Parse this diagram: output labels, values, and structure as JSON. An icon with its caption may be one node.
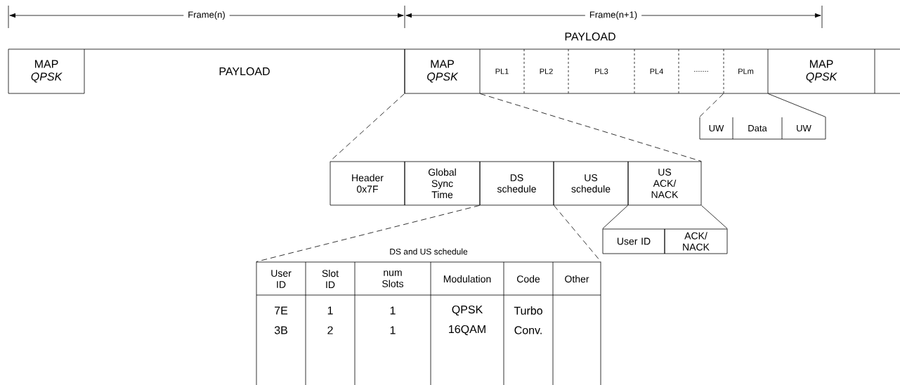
{
  "diagram": {
    "nodes": [
      {
        "text": [
          "MAP",
          "QPSK"
        ]
      },
      {
        "text": [
          "PAYLOAD"
        ]
      },
      {
        "text": [
          "MAP",
          "QPSK"
        ]
      },
      {
        "text": [
          "PL1"
        ]
      },
      {
        "text": [
          "PL2"
        ]
      },
      {
        "text": [
          "PL3"
        ]
      },
      {
        "text": [
          "PL4"
        ]
      },
      {
        "text": [
          "......."
        ]
      },
      {
        "text": [
          "PLm"
        ]
      },
      {
        "text": [
          "MAP",
          "QPSK"
        ]
      },
      {
        "text": [],
        "shape": "box"
      },
      {
        "text": [
          "UW"
        ]
      },
      {
        "text": [
          "Data"
        ]
      },
      {
        "text": [
          "UW"
        ]
      },
      {
        "text": [
          "Header 0x7F"
        ]
      },
      {
        "text": [
          "Global Sync Time"
        ]
      },
      {
        "text": [
          "DS schedule"
        ]
      },
      {
        "text": [
          "US schedule"
        ]
      },
      {
        "text": [
          "US ACK/ NACK"
        ]
      },
      {
        "text": [
          "User ID"
        ]
      },
      {
        "text": [
          "ACK/ NACK"
        ]
      },
      {
        "text": [],
        "shape": "box",
        "beside": [
          "DS and US schedule"
        ]
      }
    ],
    "edges": [
      {
        "from": 2,
        "to": 14,
        "arrow": "none",
        "style": "dashed"
      },
      {
        "from": 2,
        "to": 18,
        "arrow": "none",
        "style": "dashed"
      },
      {
        "from": 8,
        "to": 11,
        "arrow": "none",
        "style": "dashed"
      },
      {
        "from": 8,
        "to": 13,
        "arrow": "none"
      },
      {
        "from": 16,
        "to": 21,
        "arrow": "none",
        "style": "dashed"
      },
      {
        "from": 16,
        "to": 21,
        "arrow": "none",
        "style": "dashed"
      },
      {
        "from": 18,
        "to": 19,
        "arrow": "none"
      },
      {
        "from": 18,
        "to": 20,
        "arrow": "none"
      }
    ],
    "labels": [
      "Frame(n)",
      "Frame(n+1)",
      "PAYLOAD",
      "User ID",
      "Slot ID",
      "num Slots",
      "Modulation",
      "Code",
      "Other",
      "7E",
      "1",
      "1",
      "QPSK",
      "Turbo",
      "3B",
      "2",
      "1",
      "16QAM",
      "Conv."
    ]
  }
}
